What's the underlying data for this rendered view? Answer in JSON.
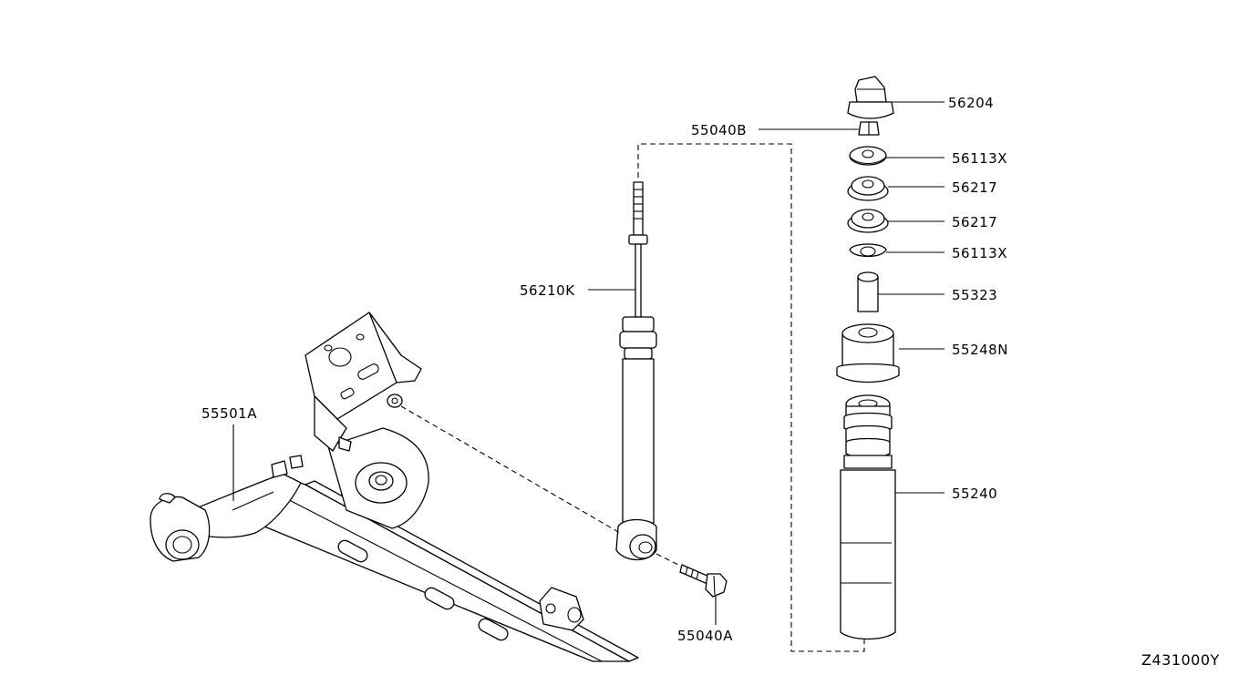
{
  "diagram_id": "Z431000Y",
  "part_labels": {
    "p56204": "56204",
    "p55040B": "55040B",
    "p56113X_top": "56113X",
    "p56217_top": "56217",
    "p56217_bottom": "56217",
    "p56113X_bottom": "56113X",
    "p55323": "55323",
    "p55248N": "55248N",
    "p55240": "55240",
    "p56210K": "56210K",
    "p55501A": "55501A",
    "p55040A": "55040A"
  },
  "icons": {
    "shock_absorber": "shock-absorber-icon",
    "bump_stopper": "bump-stopper-icon",
    "rear_axle": "rear-axle-beam-icon"
  }
}
